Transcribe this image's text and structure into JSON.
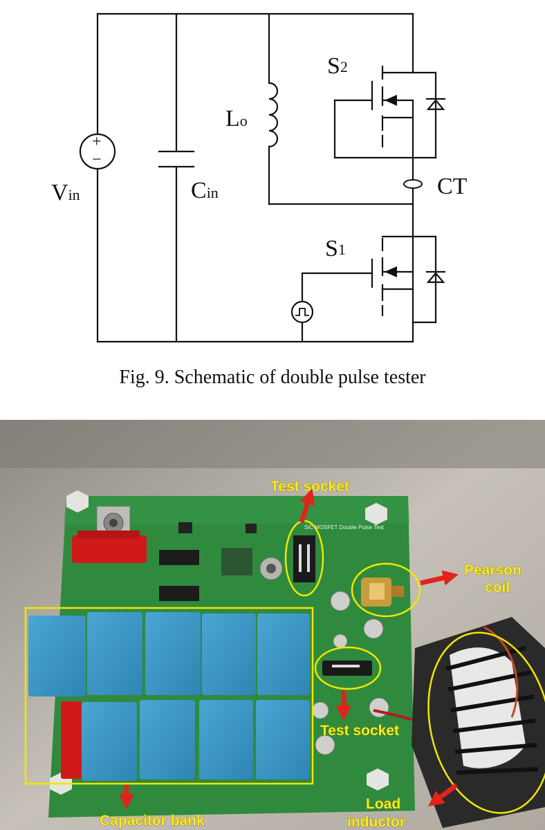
{
  "schematic": {
    "vin": "V",
    "vin_sub": "in",
    "cin": "C",
    "cin_sub": "in",
    "lo": "L",
    "lo_sub": "o",
    "s2": "S",
    "s2_sub": "2",
    "s1": "S",
    "s1_sub": "1",
    "ct": "CT",
    "plus": "+",
    "minus": "−"
  },
  "caption": "Fig. 9.   Schematic of double pulse tester",
  "photo": {
    "board_silkscreen": "SiC MOSFET Double Pulse Test",
    "annotations": {
      "test_socket_top": "Test socket",
      "pearson_line1": "Pearson",
      "pearson_line2": "coil",
      "test_socket_bottom": "Test socket",
      "capacitor_bank": "Capacitor bank",
      "load_line1": "Load",
      "load_line2": "inductor"
    }
  },
  "colors": {
    "board": "#2f8a3e",
    "capacitor": "#3c97c6",
    "annotation_text": "#ffee1a",
    "ellipse": "#f2e600",
    "arrow": "#e0241b",
    "connector_red": "#d01a1a"
  }
}
